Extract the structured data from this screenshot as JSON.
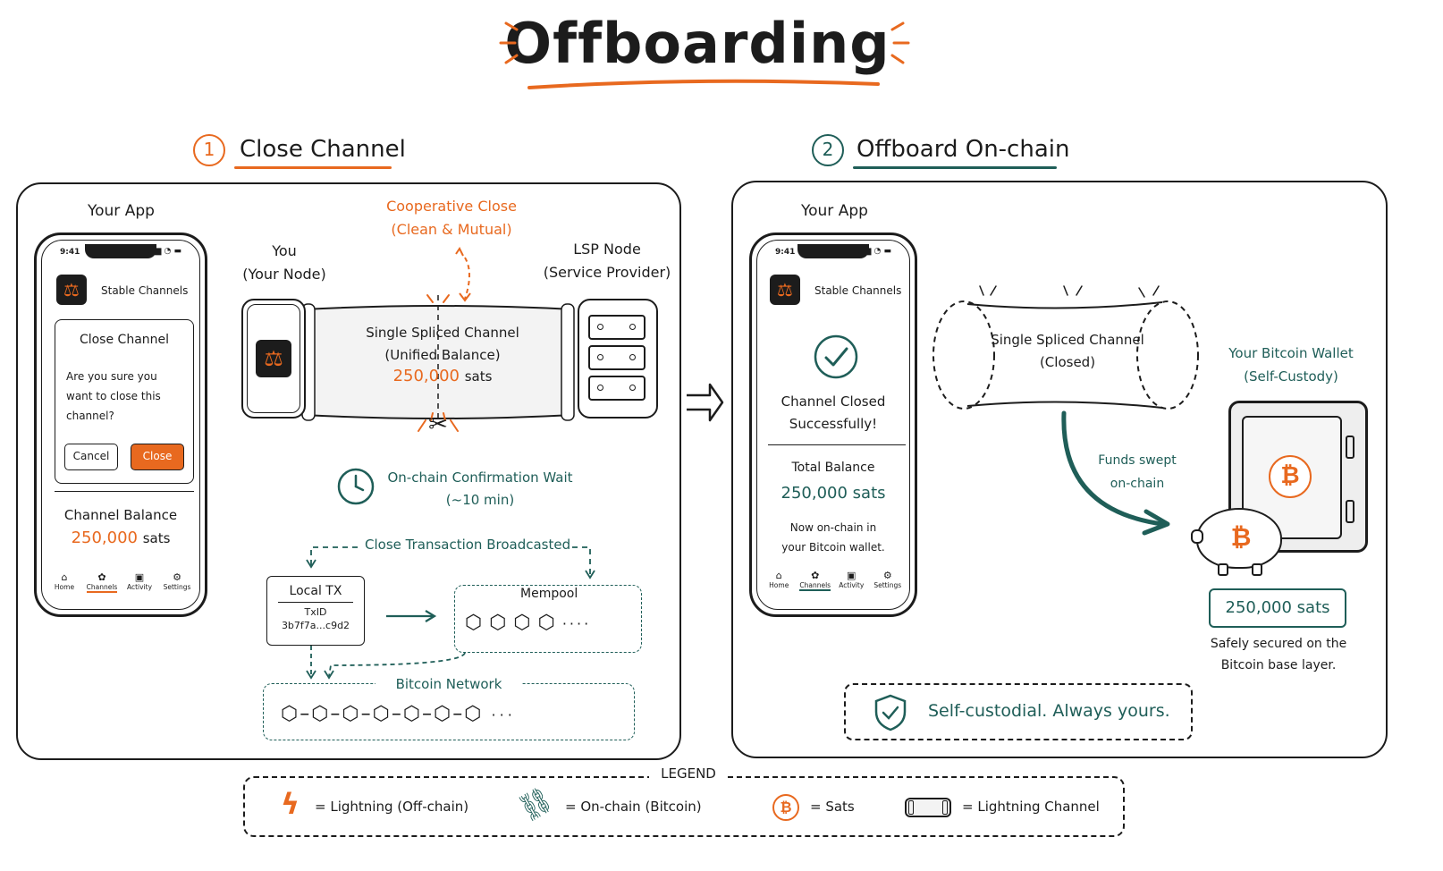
{
  "title": "Offboarding",
  "step1": {
    "number": "1",
    "heading": "Close Channel",
    "app_label": "Your App",
    "phone": {
      "time": "9:41",
      "app_name": "Stable Channels",
      "dialog_title": "Close Channel",
      "dialog_text_l1": "Are you sure you",
      "dialog_text_l2": "want to close this",
      "dialog_text_l3": "channel?",
      "cancel_label": "Cancel",
      "close_label": "Close",
      "balance_label": "Channel Balance",
      "balance_value": "250,000",
      "balance_unit": "sats",
      "nav": [
        "Home",
        "Channels",
        "Activity",
        "Settings"
      ]
    },
    "you_label_l1": "You",
    "you_label_l2": "(Your Node)",
    "lsp_label_l1": "LSP Node",
    "lsp_label_l2": "(Service Provider)",
    "coop_l1": "Cooperative Close",
    "coop_l2": "(Clean & Mutual)",
    "channel_l1": "Single Spliced Channel",
    "channel_l2": "(Unified Balance)",
    "channel_value": "250,000",
    "channel_unit": "sats",
    "wait_l1": "On-chain Confirmation Wait",
    "wait_l2": "(~10 min)",
    "broadcast_label": "Close Transaction Broadcasted",
    "local_tx_title": "Local TX",
    "local_tx_id_label": "TxID",
    "local_tx_id": "3b7f7a...c9d2",
    "mempool_label": "Mempool",
    "network_label": "Bitcoin Network"
  },
  "step2": {
    "number": "2",
    "heading": "Offboard On-chain",
    "app_label": "Your App",
    "phone": {
      "time": "9:41",
      "app_name": "Stable Channels",
      "closed_l1": "Channel Closed",
      "closed_l2": "Successfully!",
      "total_label": "Total Balance",
      "total_value": "250,000 sats",
      "note_l1": "Now on-chain in",
      "note_l2": "your Bitcoin wallet.",
      "nav": [
        "Home",
        "Channels",
        "Activity",
        "Settings"
      ]
    },
    "channel_l1": "Single Spliced Channel",
    "channel_l2": "(Closed)",
    "swept_l1": "Funds swept",
    "swept_l2": "on-chain",
    "wallet_l1": "Your Bitcoin Wallet",
    "wallet_l2": "(Self-Custody)",
    "wallet_value": "250,000 sats",
    "secured_l1": "Safely secured on the",
    "secured_l2": "Bitcoin base layer.",
    "selfcustody_label": "Self-custodial. Always yours."
  },
  "legend": {
    "title": "LEGEND",
    "items": [
      "= Lightning (Off-chain)",
      "= On-chain (Bitcoin)",
      "= Sats",
      "= Lightning Channel"
    ]
  },
  "colors": {
    "orange": "#e8691f",
    "teal": "#1f5e58",
    "ink": "#1c1c1c"
  }
}
